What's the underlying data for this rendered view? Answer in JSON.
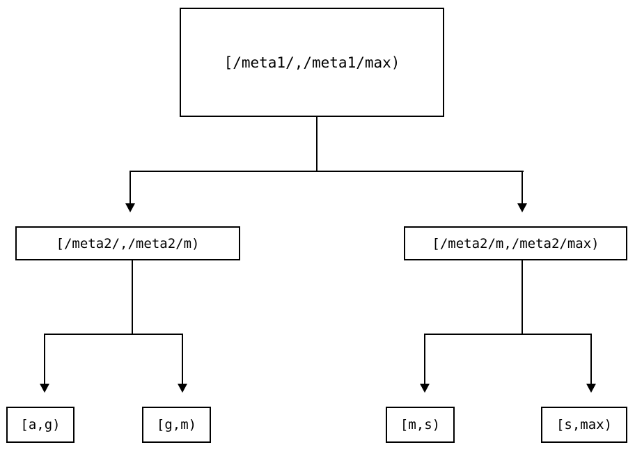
{
  "diagram": {
    "type": "binary-range-partition-tree",
    "background_color": "#ffffff",
    "line_color": "#000000",
    "text_color": "#000000",
    "root": {
      "label": "[/meta1/,/meta1/max)"
    },
    "level2": [
      {
        "label": "[/meta2/,/meta2/m)"
      },
      {
        "label": "[/meta2/m,/meta2/max)"
      }
    ],
    "leaves": [
      {
        "label": "[a,g)"
      },
      {
        "label": "[g,m)"
      },
      {
        "label": "[m,s)"
      },
      {
        "label": "[s,max)"
      }
    ]
  }
}
